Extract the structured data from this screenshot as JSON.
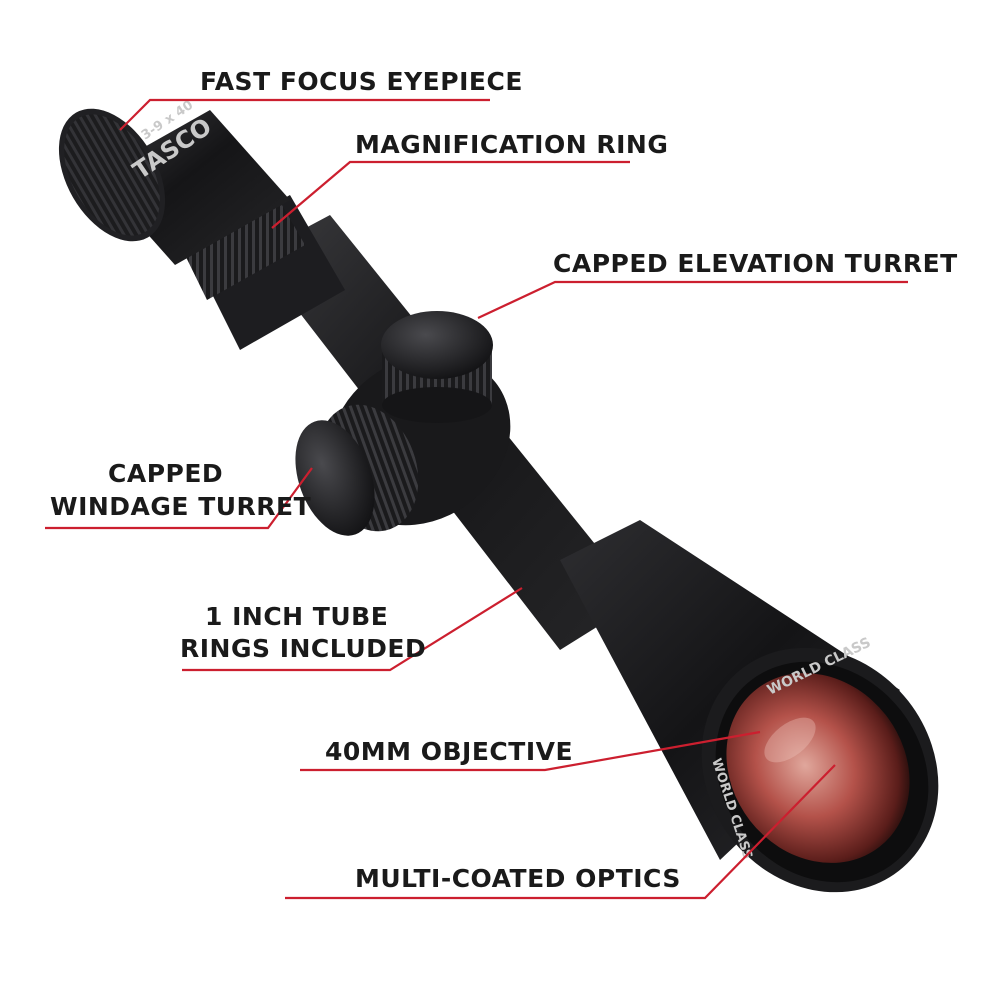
{
  "callouts": {
    "eyepiece": "FAST FOCUS EYEPIECE",
    "magnification": "MAGNIFICATION RING",
    "elevation": "CAPPED ELEVATION TURRET",
    "windage_line1": "CAPPED",
    "windage_line2": "WINDAGE TURRET",
    "tube_line1": "1 INCH TUBE",
    "tube_line2": "RINGS INCLUDED",
    "objective": "40MM OBJECTIVE",
    "optics": "MULTI-COATED OPTICS"
  },
  "product": {
    "brand": "TASCO",
    "power": "3-9 x 40",
    "bell_marking": "WORLD CLASS"
  },
  "colors": {
    "leader_line": "#cc1f2f",
    "label_text": "#1a1a1a",
    "scope_body": "#1c1c1e",
    "lens_tint": "#b4524a"
  }
}
